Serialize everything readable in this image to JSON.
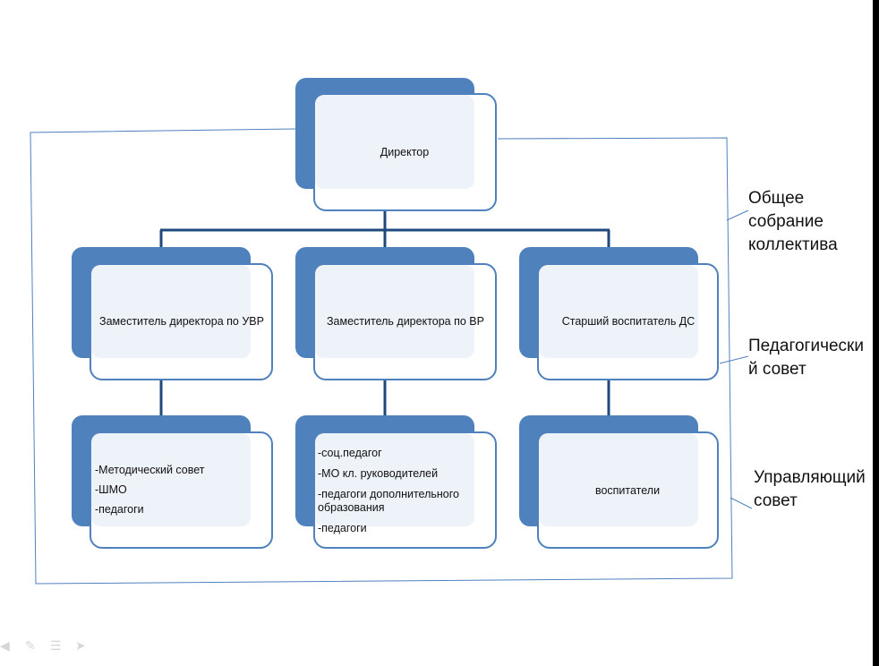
{
  "director": {
    "label": "Директор"
  },
  "deputies": [
    {
      "label": "Заместитель директора по УВР"
    },
    {
      "label": "Заместитель директора по ВР"
    },
    {
      "label": "Старший воспитатель ДС"
    }
  ],
  "subunits": [
    {
      "items": [
        "-Методический совет",
        "-ШМО",
        "-педагоги"
      ]
    },
    {
      "items": [
        "-соц.педагог",
        "-МО кл. руководителей",
        "-педагоги дополнительного образования",
        "-педагоги"
      ]
    },
    {
      "label": "воспитатели"
    }
  ],
  "side_labels": {
    "general_meeting": "Общее собрание коллектива",
    "pedagogical_council": "Педагогический совет",
    "governing_council": "Управляющий совет"
  },
  "colors": {
    "accent": "#4f81bd",
    "frame": "#4f81bd",
    "connector": "#1f497d"
  },
  "toolbar": [
    "back-arrow-icon",
    "pen-icon",
    "menu-icon",
    "forward-arrow-icon"
  ]
}
